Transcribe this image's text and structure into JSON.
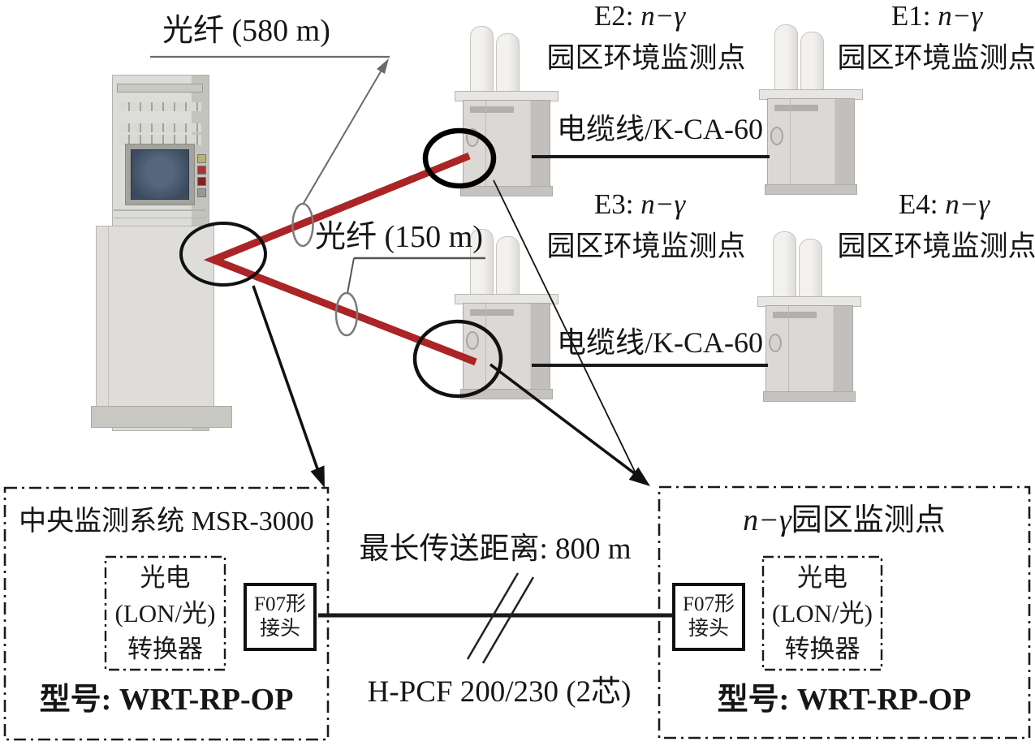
{
  "top": {
    "fiber580_label": "光纤 (580 m)",
    "fiber150_label": "光纤 (150 m)",
    "cable_top_label": "电缆线/K-CA-60",
    "cable_bottom_label": "电缆线/K-CA-60",
    "stations": [
      {
        "id": "E2:",
        "type": "n−γ",
        "desc": "园区环境监测点"
      },
      {
        "id": "E1:",
        "type": "n−γ",
        "desc": "园区环境监测点"
      },
      {
        "id": "E3:",
        "type": "n−γ",
        "desc": "园区环境监测点"
      },
      {
        "id": "E4:",
        "type": "n−γ",
        "desc": "园区环境监测点"
      }
    ]
  },
  "bottom": {
    "left_box": {
      "title": "中央监测系统 MSR-3000",
      "converter": [
        "光电",
        "(LON/光)",
        "转换器"
      ],
      "connector": [
        "F07形",
        "接头"
      ],
      "model": "型号: WRT-RP-OP"
    },
    "right_box": {
      "title_italic": "n−γ",
      "title_text": "园区监测点",
      "converter": [
        "光电",
        "(LON/光)",
        "转换器"
      ],
      "connector": [
        "F07形",
        "接头"
      ],
      "model": "型号: WRT-RP-OP"
    },
    "distance_label": "最长传送距离: 800 m",
    "cable_type_label": "H-PCF 200/230 (2芯)"
  },
  "colors": {
    "fiber_red": "#ab2426",
    "cable_black": "#1a1a1a",
    "leader_gray": "#666666",
    "annotation_black": "#111111"
  }
}
